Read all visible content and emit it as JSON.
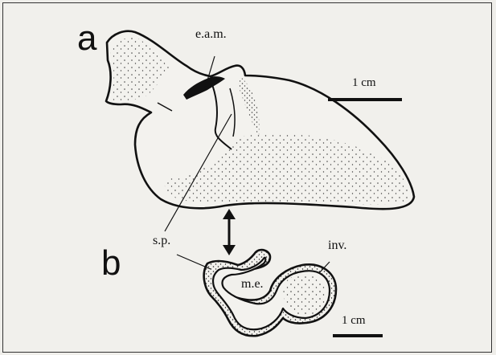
{
  "figure": {
    "panels": {
      "a": {
        "label": "a"
      },
      "b": {
        "label": "b"
      }
    },
    "labels": {
      "eam": "e.a.m.",
      "sp": "s.p.",
      "inv": "inv.",
      "me": "m.e."
    },
    "scale_bars": {
      "top": "1 cm",
      "bottom": "1 cm"
    }
  }
}
